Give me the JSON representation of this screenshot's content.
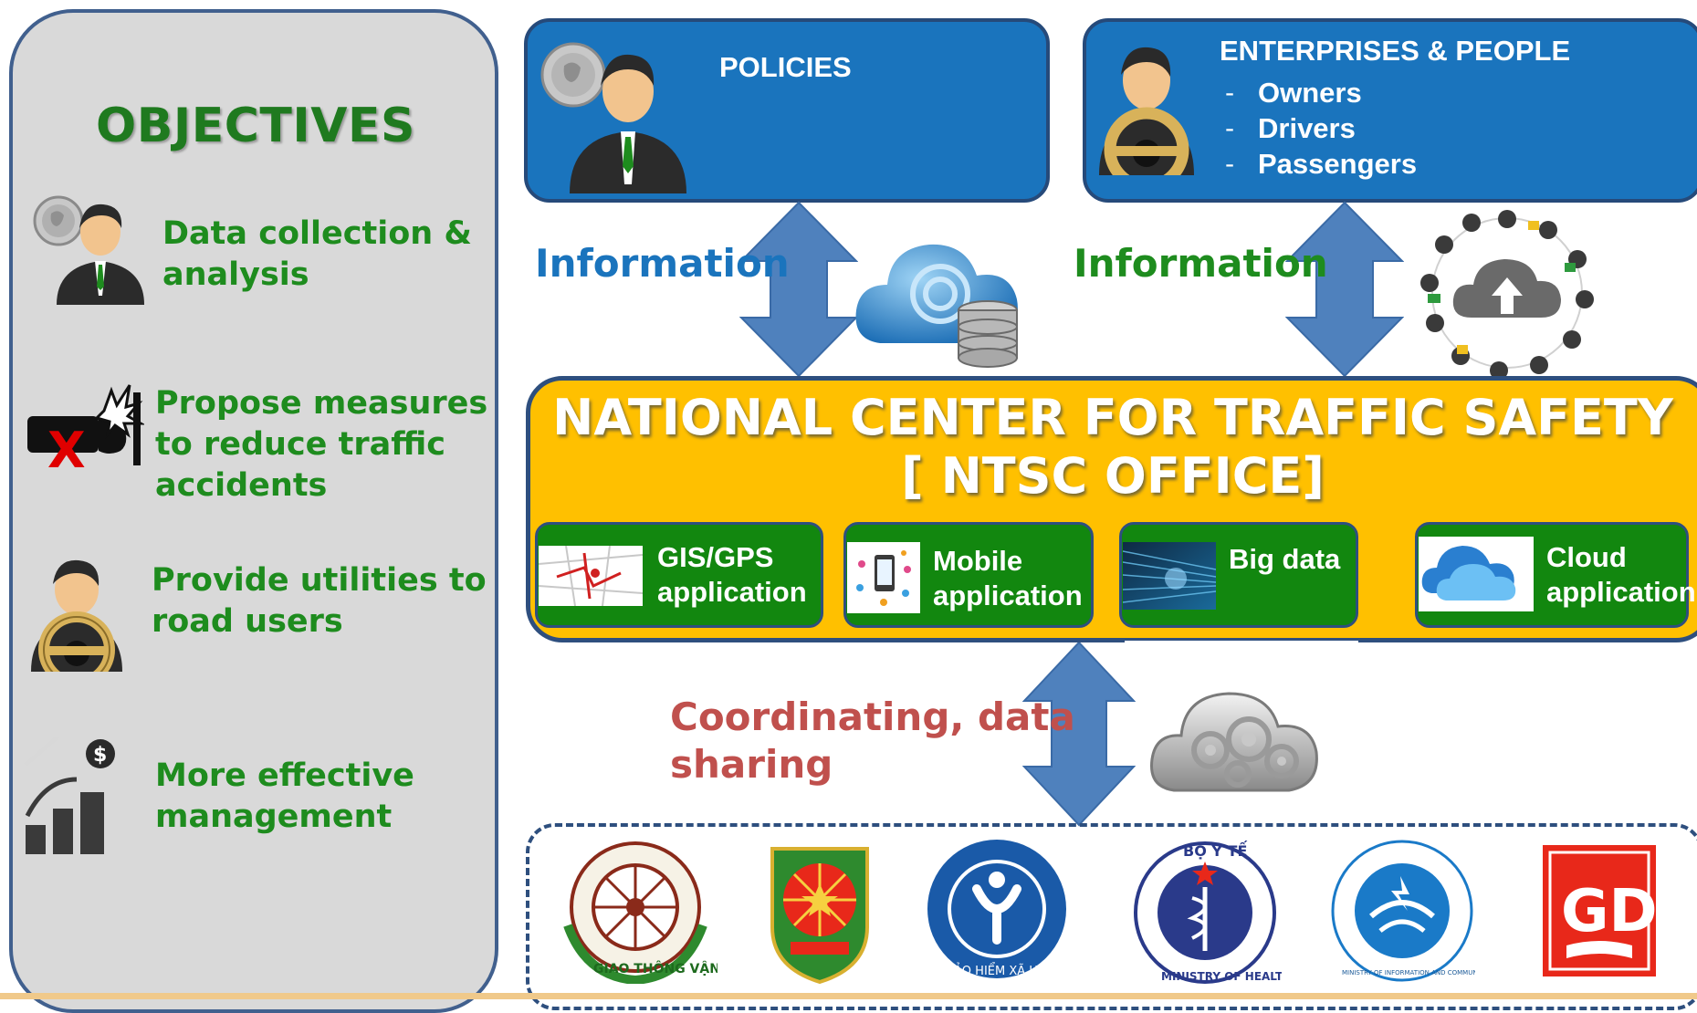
{
  "objectives": {
    "title": "OBJECTIVES",
    "items": [
      {
        "line1": "Data collection &",
        "line2": "analysis",
        "line3": ""
      },
      {
        "line1": "Propose measures",
        "line2": "to reduce traffic",
        "line3": "accidents"
      },
      {
        "line1": "Provide utilities to",
        "line2": "road users",
        "line3": ""
      },
      {
        "line1": "More effective",
        "line2": "management",
        "line3": ""
      }
    ]
  },
  "policies": {
    "title": "POLICIES"
  },
  "enterprises": {
    "title": "ENTERPRISES & PEOPLE",
    "bullet": "-",
    "items": [
      "Owners",
      "Drivers",
      "Passengers"
    ]
  },
  "links": {
    "info_left": "Information",
    "info_right": "Information",
    "coord_line1": "Coordinating, data",
    "coord_line2": "sharing"
  },
  "center": {
    "line1": "NATIONAL CENTER FOR TRAFFIC SAFETY",
    "line2": "[ NTSC OFFICE]",
    "apps": [
      {
        "line1": "GIS/GPS",
        "line2": "application"
      },
      {
        "line1": "Mobile",
        "line2": "application"
      },
      {
        "line1": "Big data",
        "line2": ""
      },
      {
        "line1": "Cloud",
        "line2": "application"
      }
    ]
  },
  "logos": {
    "transport": "GIAO THÔNG VẬN TẢI",
    "social": "BẢO HIỂM XÃ HỘI VIỆT NAM",
    "health_top": "BỘ Y TẾ",
    "health_bottom": "MINISTRY OF HEALTH",
    "info_comm": "MINISTRY OF INFORMATION AND COMMUNICATIONS",
    "education": "GD"
  },
  "colors": {
    "accent_blue": "#1a74bd",
    "accent_green": "#1e8c1e",
    "center_yellow": "#ffc000",
    "coord_red": "#c0504d"
  }
}
